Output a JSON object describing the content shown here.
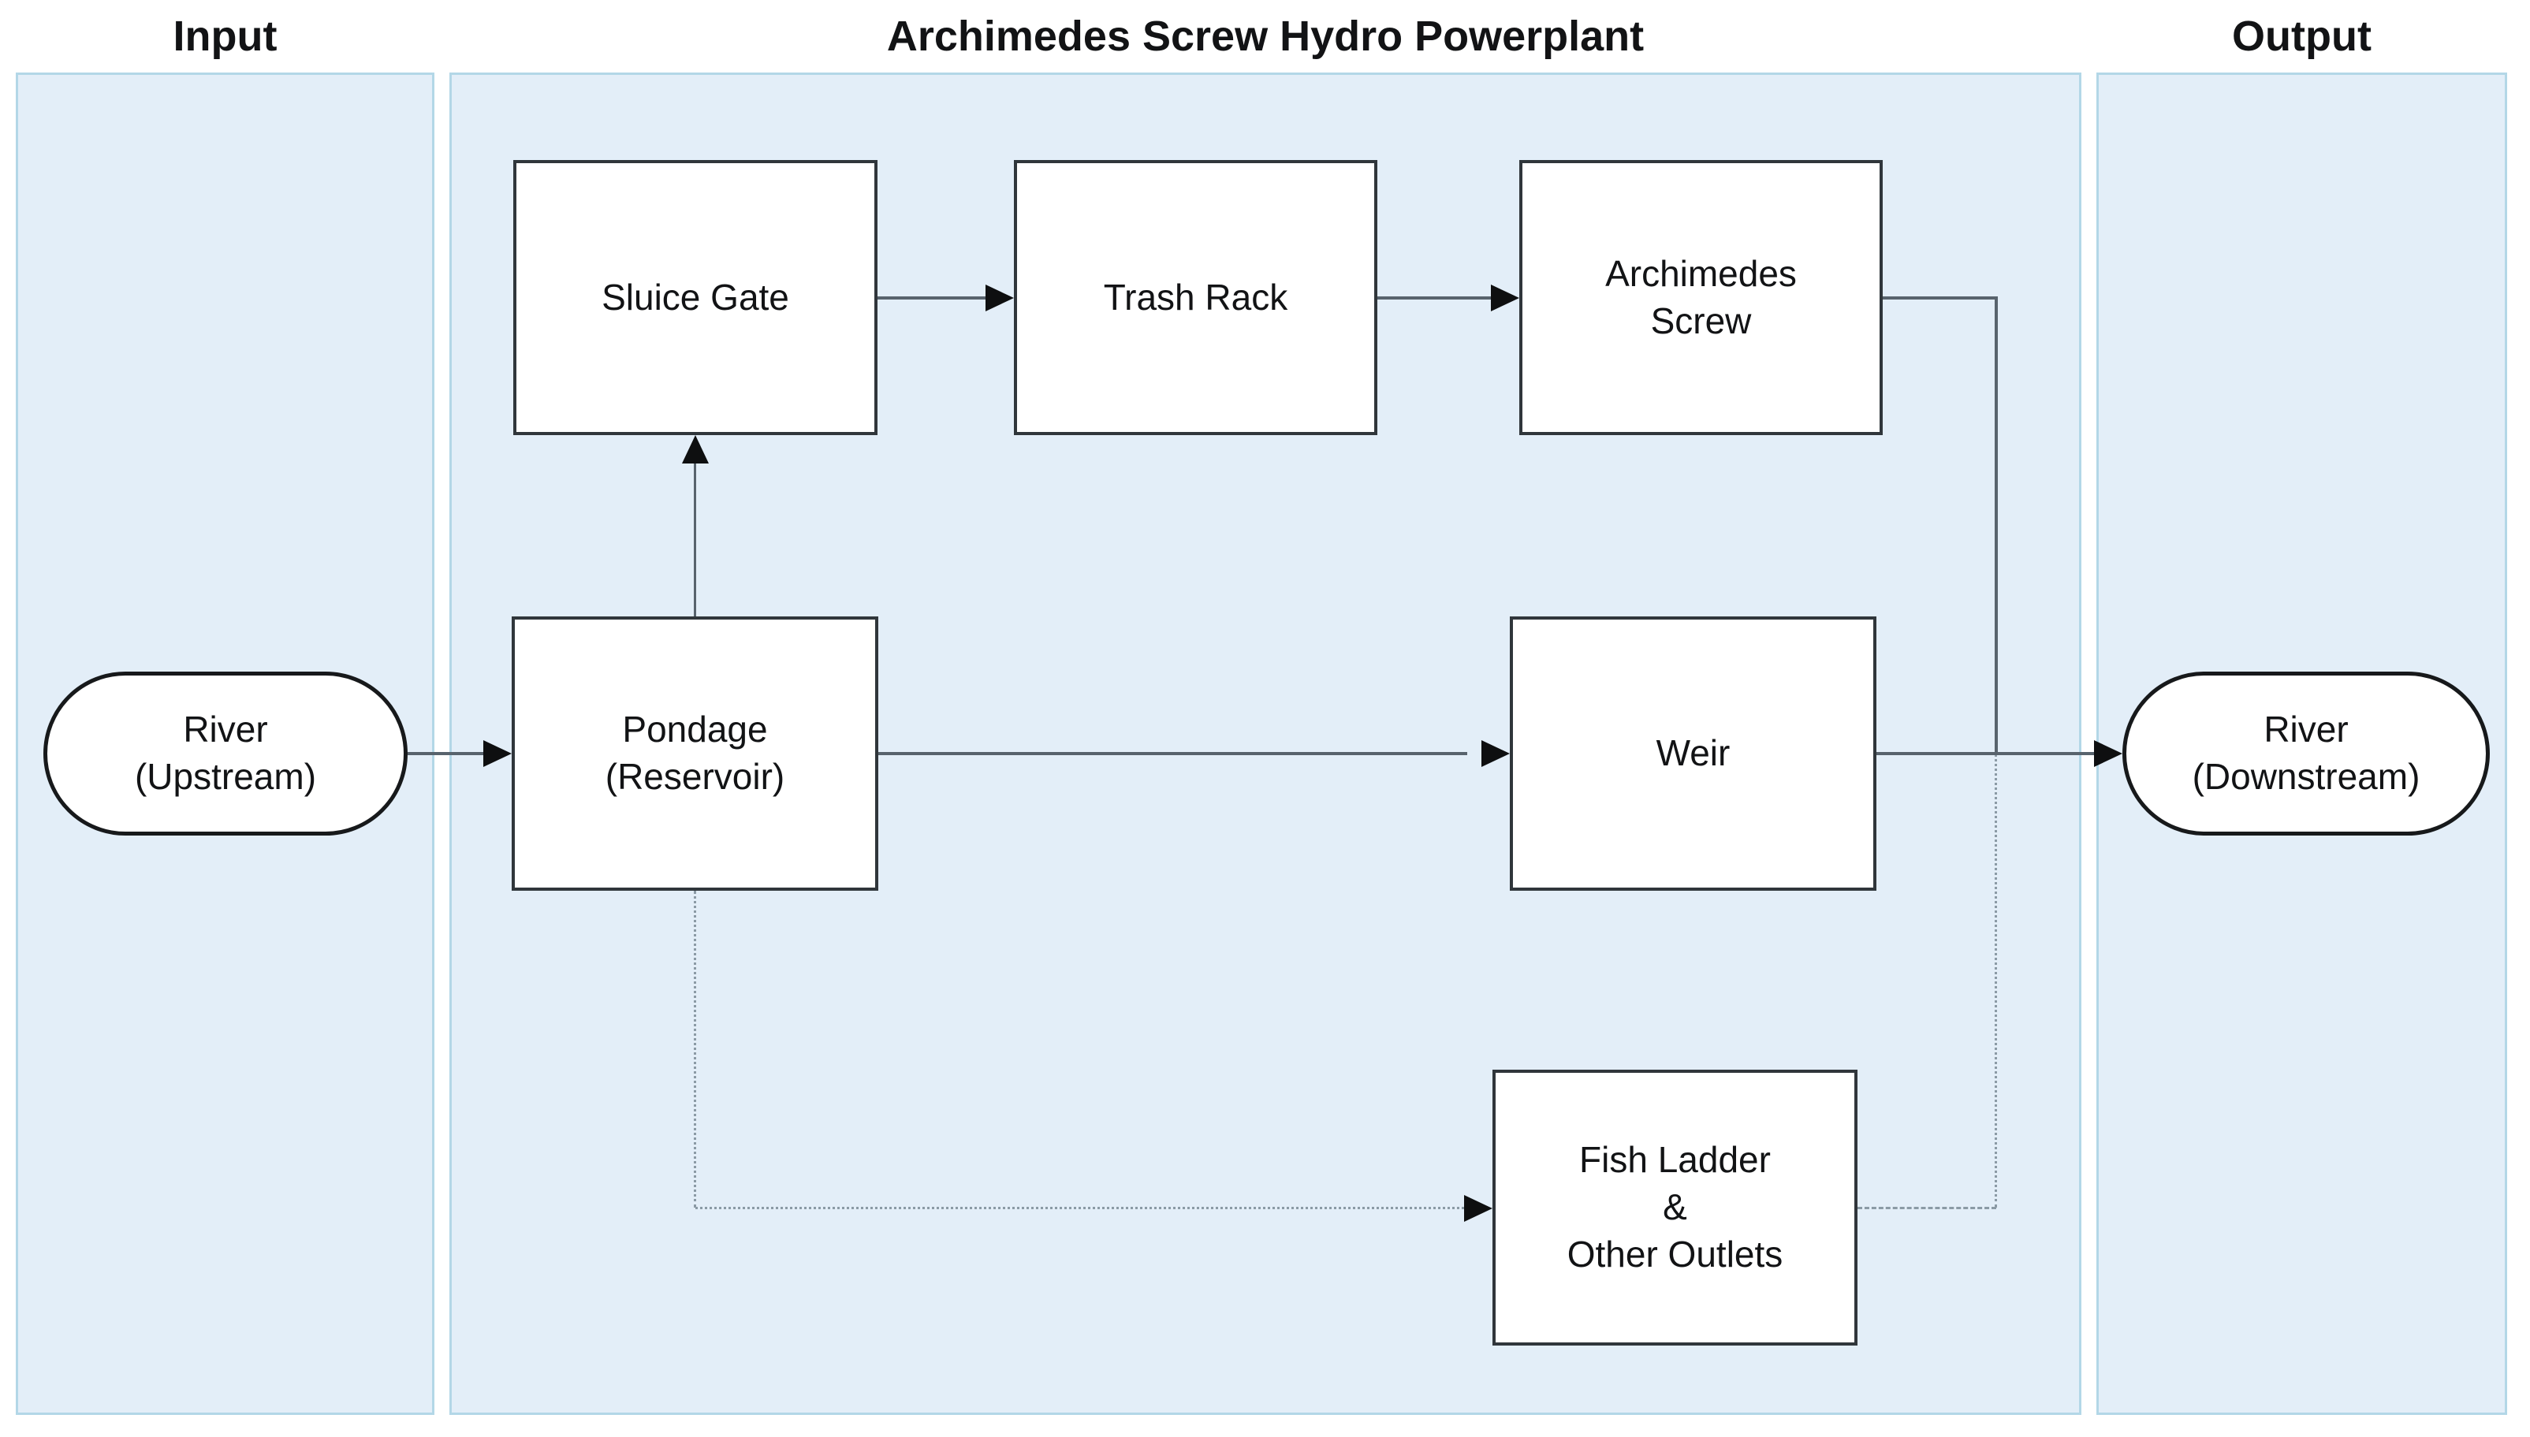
{
  "titles": {
    "input": "Input",
    "center": "Archimedes Screw Hydro Powerplant",
    "output": "Output"
  },
  "nodes": {
    "river_upstream": {
      "label": "River\n(Upstream)"
    },
    "sluice_gate": {
      "label": "Sluice Gate"
    },
    "trash_rack": {
      "label": "Trash Rack"
    },
    "archimedes_screw": {
      "label": "Archimedes\nScrew"
    },
    "pondage": {
      "label": "Pondage\n(Reservoir)"
    },
    "weir": {
      "label": "Weir"
    },
    "fish_ladder": {
      "label": "Fish Ladder\n&\nOther Outlets"
    },
    "river_downstream": {
      "label": "River\n(Downstream)"
    }
  },
  "colors": {
    "panel-fill": "#e3eef8",
    "panel-border": "#b3d7e7",
    "box-border": "#30363b",
    "stadium-border": "#17191b",
    "connector": "#58636d",
    "connector-light": "#8b9aa5",
    "arrowhead": "#0e0f10",
    "text": "#121315"
  }
}
